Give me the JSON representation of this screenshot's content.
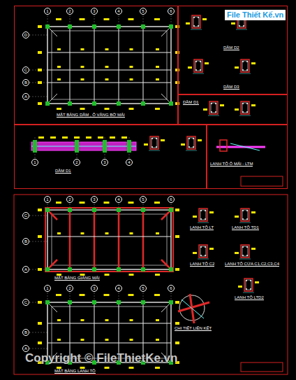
{
  "diagram": {
    "nodes": [
      {
        "text": [
          "MẶT BẰNG DẦM , Ô VĂNG BỜ MÁI"
        ]
      },
      {
        "text": [
          "DẦM D2",
          "DẦM D3"
        ]
      },
      {
        "text": [
          "DẦM D1"
        ]
      },
      {
        "text": [
          "DẦM D1"
        ]
      },
      {
        "text": [
          "LANH TÔ Ô MÁI - LTM"
        ]
      }
    ],
    "labels": [
      "File Thiết Kế.vn",
      "1",
      "2",
      "3",
      "4",
      "5",
      "6",
      "D",
      "C",
      "B",
      "A",
      "1",
      "2",
      "3",
      "4",
      "1",
      "2",
      "3",
      "4",
      "5",
      "6",
      "C",
      "B",
      "A",
      "MẶT BẰNG GIẰNG MÁI",
      "1",
      "2",
      "3",
      "4",
      "5",
      "6",
      "C",
      "B",
      "A",
      "MẶT BẰNG LANH TÔ",
      "LANH TÔ LT",
      "LANH TÔ TD1",
      "LANH TÔ C2",
      "LANH TÔ CỬA C1,C2,C3,C4",
      "LANH TÔ LTD2",
      "CHI TIẾT LIÊN KẾT",
      "Copyright © FileThietKe.vn"
    ]
  }
}
